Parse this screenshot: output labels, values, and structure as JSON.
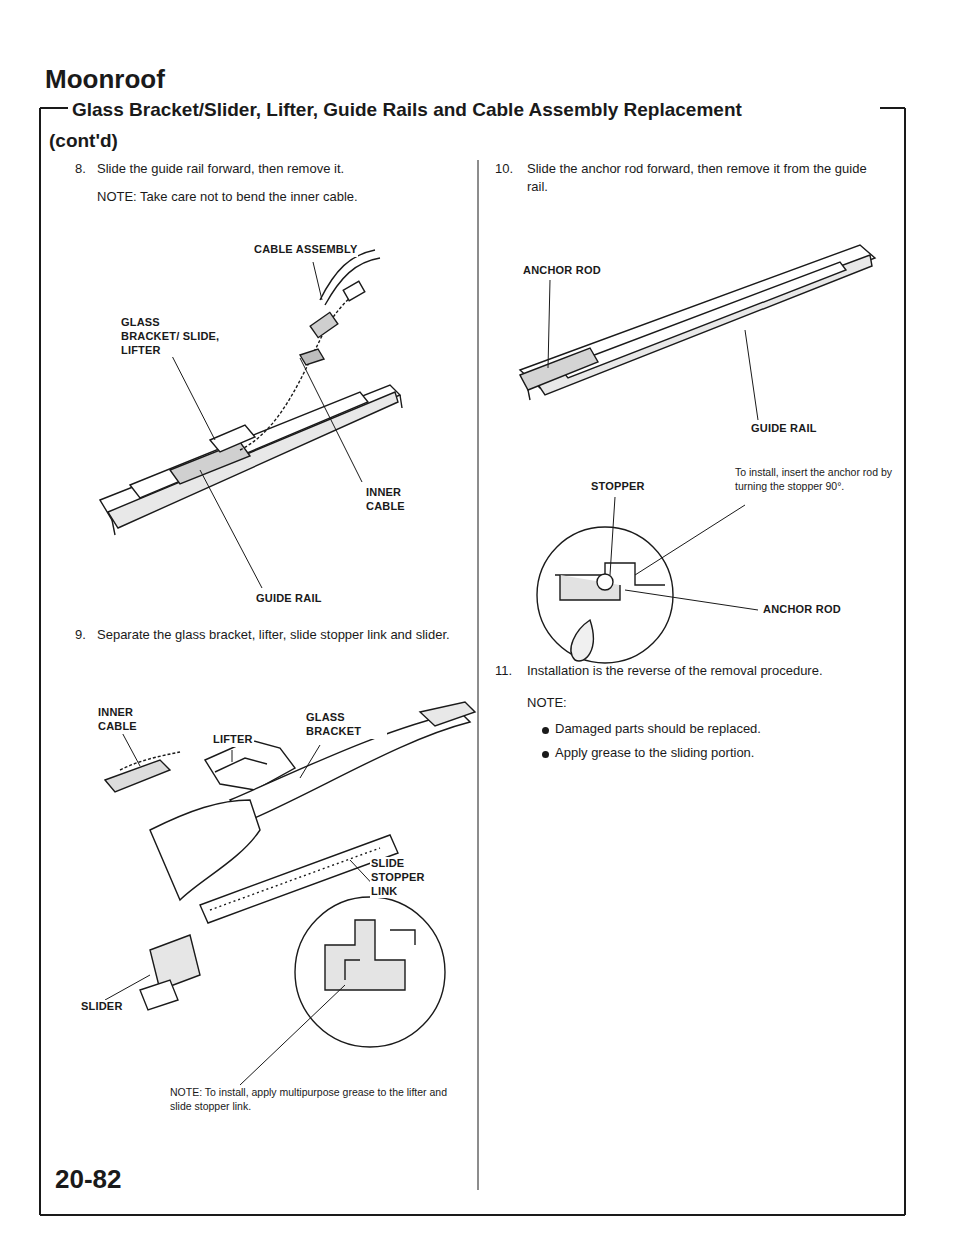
{
  "diagram": {
    "title": "Moonroof",
    "labels": [
      "Glass Bracket/Slider, Lifter, Guide Rails and Cable Assembly Replacement",
      "(cont'd)",
      "8.",
      "Slide the guide rail forward, then remove it.",
      "NOTE: Take care not to bend the inner cable.",
      "CABLE ASSEMBLY",
      "GLASS BRACKET/ SLIDE, LIFTER",
      "INNER CABLE",
      "GUIDE RAIL",
      "9.",
      "Separate the glass bracket, lifter, slide stopper link and slider.",
      "INNER CABLE",
      "LIFTER",
      "GLASS BRACKET",
      "SLIDE STOPPER LINK",
      "SLIDER",
      "NOTE: To install, apply multipurpose grease to the lifter and slide stopper link.",
      "10.",
      "Slide the anchor rod forward, then remove it from the guide rail.",
      "ANCHOR ROD",
      "GUIDE RAIL",
      "To install, insert the anchor rod by turning the stopper 90°.",
      "STOPPER",
      "ANCHOR ROD",
      "11.",
      "Installation is the reverse of the removal procedure.",
      "NOTE:",
      "Damaged parts should be replaced.",
      "Apply grease to the sliding portion.",
      "20-82"
    ]
  }
}
